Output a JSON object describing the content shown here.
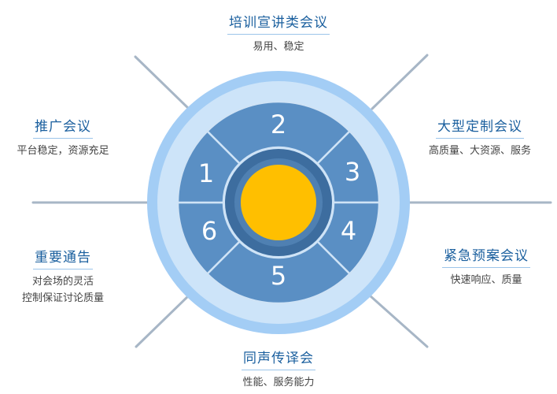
{
  "segments": [
    {
      "number": "2"
    },
    {
      "number": "3"
    },
    {
      "number": "4"
    },
    {
      "number": "5"
    },
    {
      "number": "6"
    },
    {
      "number": "1"
    }
  ],
  "labels": {
    "top": {
      "title": "培训宣讲类会议",
      "desc": [
        "易用、稳定"
      ]
    },
    "upper_left": {
      "title": "推广会议",
      "desc": [
        "平台稳定，资源充足"
      ]
    },
    "upper_right": {
      "title": "大型定制会议",
      "desc": [
        "高质量、大资源、服务"
      ]
    },
    "lower_left": {
      "title": "重要通告",
      "desc": [
        "对会场的灵活",
        "控制保证讨论质量"
      ]
    },
    "lower_right": {
      "title": "紧急预案会议",
      "desc": [
        "快速响应、质量"
      ]
    },
    "bottom": {
      "title": "同声传译会",
      "desc": [
        "性能、服务能力"
      ]
    }
  },
  "colors": {
    "outer_ring": "#a3cdf5",
    "inner_disc": "#cde4f9",
    "segment": "#5a8fc4",
    "divider": "#cfe3f6",
    "hub_ring": "#3d6d9f",
    "center": "#ffbf00",
    "spoke": "#a7b6c6",
    "title": "#1a5f9e"
  }
}
